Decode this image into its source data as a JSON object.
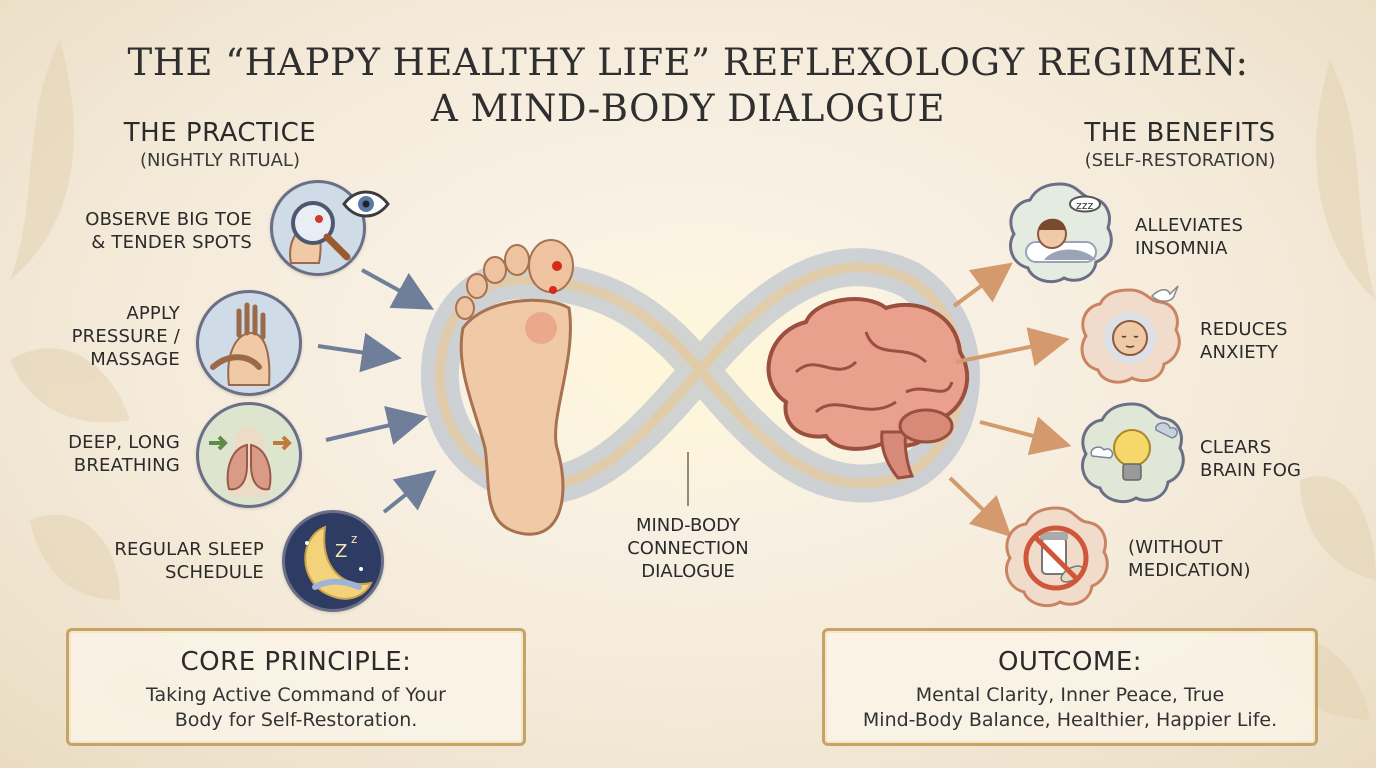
{
  "title": {
    "line1": "THE “HAPPY HEALTHY LIFE” REFLEXOLOGY REGIMEN:",
    "line2": "A MIND-BODY DIALOGUE"
  },
  "practice": {
    "heading": "THE PRACTICE",
    "subheading": "(NIGHTLY RITUAL)",
    "items": [
      {
        "line1": "OBSERVE BIG TOE",
        "line2": "& TENDER SPOTS",
        "icon": "magnifier-foot-eye-icon"
      },
      {
        "line1": "APPLY",
        "line2": "PRESSURE /",
        "line3": "MASSAGE",
        "icon": "massage-hands-icon"
      },
      {
        "line1": "DEEP, LONG",
        "line2": "BREATHING",
        "icon": "lungs-breathing-icon"
      },
      {
        "line1": "REGULAR SLEEP",
        "line2": "SCHEDULE",
        "icon": "moon-sleep-icon"
      }
    ]
  },
  "benefits": {
    "heading": "THE BENEFITS",
    "subheading": "(SELF-RESTORATION)",
    "items": [
      {
        "line1": "ALLEVIATES",
        "line2": "INSOMNIA",
        "icon": "sleeping-person-icon"
      },
      {
        "line1": "REDUCES",
        "line2": "ANXIETY",
        "icon": "calm-face-icon"
      },
      {
        "line1": "CLEARS",
        "line2": "BRAIN FOG",
        "icon": "lightbulb-icon"
      },
      {
        "line1": "(WITHOUT",
        "line2": "MEDICATION)",
        "icon": "no-medication-icon"
      }
    ]
  },
  "center": {
    "line1": "MIND-BODY",
    "line2": "CONNECTION",
    "line3": "DIALOGUE",
    "foot_icon": "foot-sole-icon",
    "brain_icon": "brain-icon"
  },
  "core": {
    "heading": "CORE PRINCIPLE:",
    "line1": "Taking Active Command of Your",
    "line2": "Body for Self-Restoration."
  },
  "outcome": {
    "heading": "OUTCOME:",
    "line1": "Mental Clarity, Inner Peace, True",
    "line2": "Mind-Body Balance, Healthier, Happier Life."
  },
  "colors": {
    "left_arrow": "#6f7f99",
    "right_arrow": "#d49a6e",
    "box_border": "#c6a468",
    "circle_border": "#6b6f86",
    "flower_fill": "#f1dccb",
    "flower_stroke": "#c98462"
  }
}
